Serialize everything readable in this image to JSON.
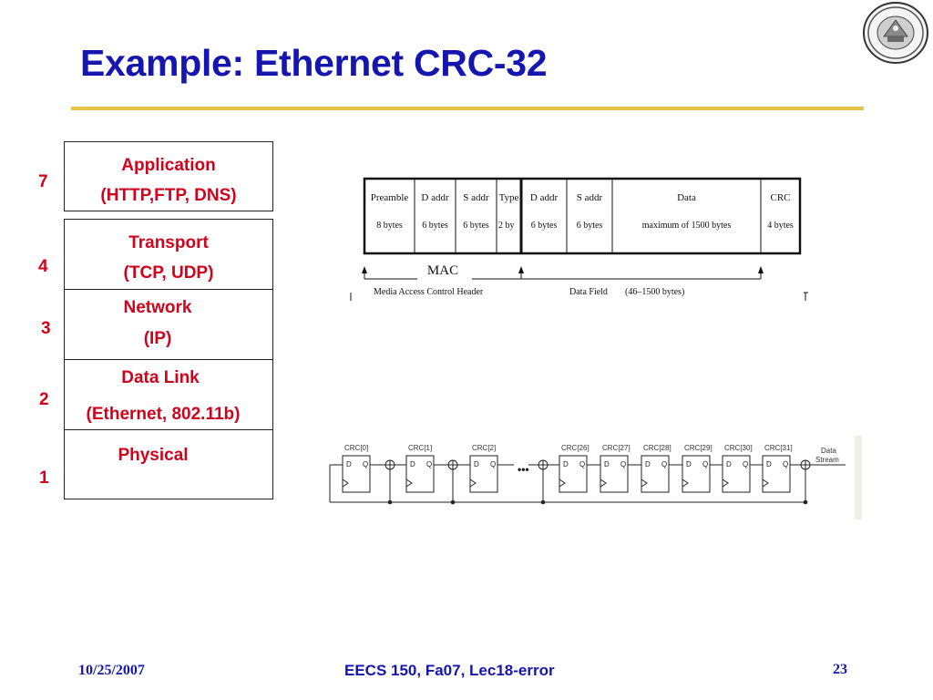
{
  "slide": {
    "title": "Example: Ethernet CRC-32"
  },
  "osi_stack": {
    "layers": [
      {
        "number": "7",
        "line1": "Application",
        "line2": "(HTTP,FTP, DNS)"
      },
      {
        "number": "4",
        "line1": "Transport",
        "line2": "(TCP, UDP)"
      },
      {
        "number": "3",
        "line1": "Network",
        "line2": "(IP)"
      },
      {
        "number": "2",
        "line1": "Data Link",
        "line2": "(Ethernet, 802.11b)"
      },
      {
        "number": "1",
        "line1": "Physical",
        "line2": ""
      }
    ]
  },
  "frame": {
    "fields": [
      {
        "name": "Preamble",
        "size": "8 bytes"
      },
      {
        "name": "D addr",
        "size": "6 bytes"
      },
      {
        "name": "S addr",
        "size": "6 bytes"
      },
      {
        "name": "Type",
        "size": "2 by"
      },
      {
        "name": "D addr",
        "size": "6 bytes"
      },
      {
        "name": "S addr",
        "size": "6 bytes"
      },
      {
        "name": "Data",
        "size": "maximum of 1500 bytes"
      },
      {
        "name": "CRC",
        "size": "4 bytes"
      }
    ],
    "mac_label": "MAC",
    "header_label": "Media Access Control Header",
    "data_field_label": "Data Field",
    "data_field_range": "(46–1500 bytes)"
  },
  "lfsr": {
    "registers": [
      "CRC[0]",
      "CRC[1]",
      "CRC[2]",
      "CRC[26]",
      "CRC[27]",
      "CRC[28]",
      "CRC[29]",
      "CRC[30]",
      "CRC[31]"
    ],
    "d_label": "D",
    "q_label": "Q",
    "ellipsis": "•••",
    "stream_label_1": "Data",
    "stream_label_2": "Stream"
  },
  "footer": {
    "date": "10/25/2007",
    "course": "EECS 150, Fa07, Lec18-error",
    "page": "23"
  }
}
